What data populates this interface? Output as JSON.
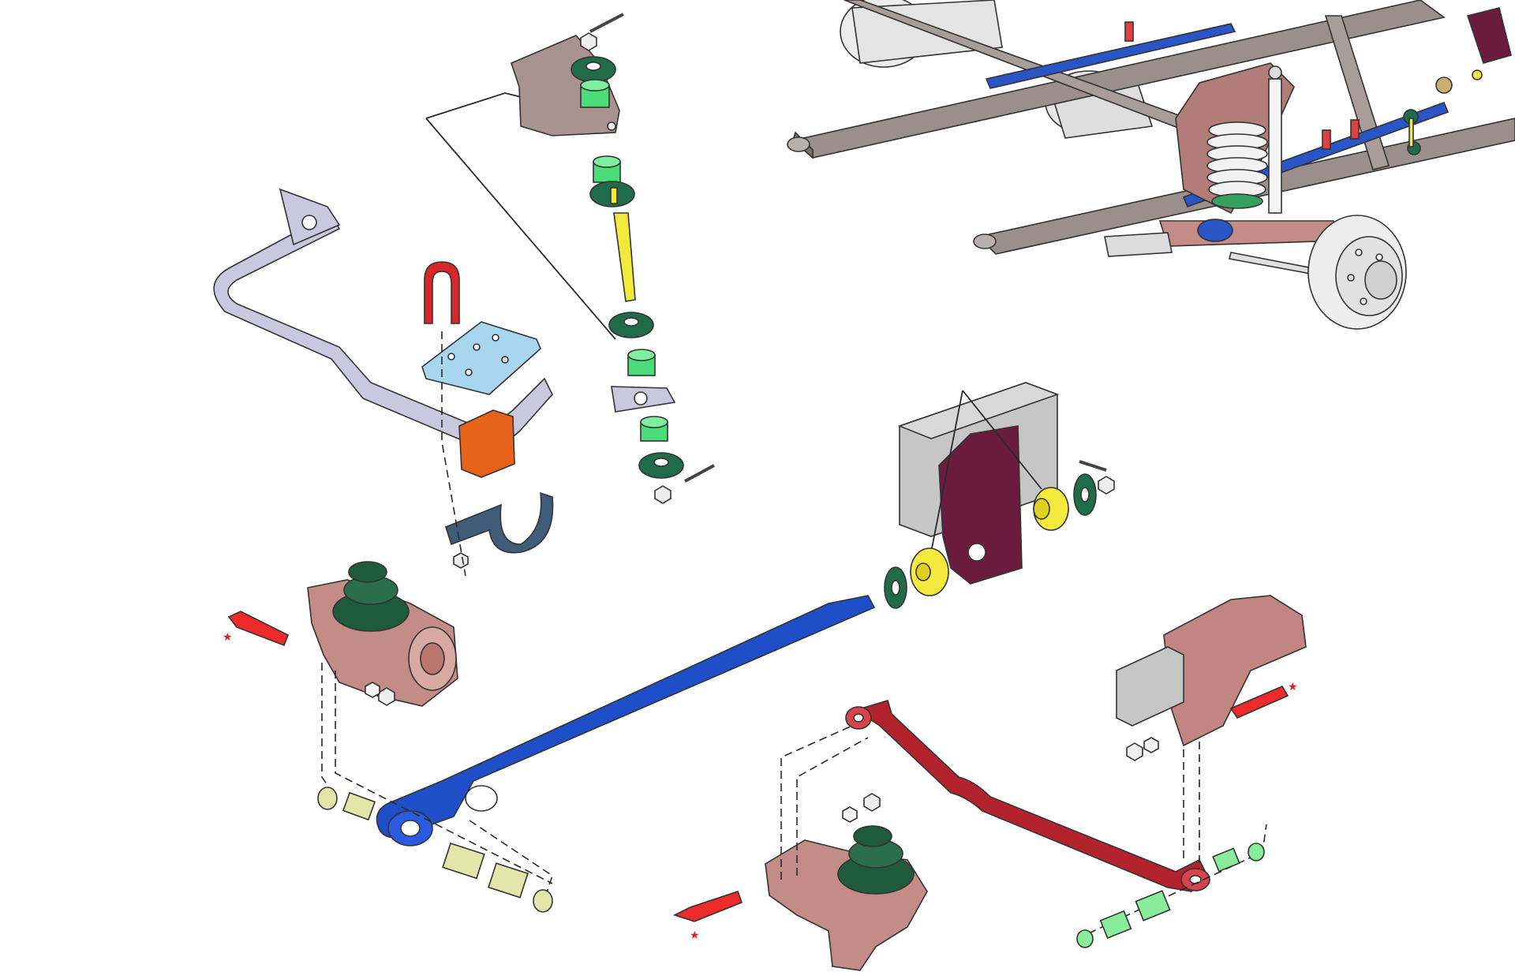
{
  "diagram": {
    "type": "exploded-assembly",
    "subject": "front-suspension",
    "assembly_view": {
      "parts": [
        "chassis-frame",
        "axle-housing",
        "coil-spring",
        "shock-absorber",
        "brake-rotor",
        "leaf-spring-blue"
      ]
    },
    "marker_symbol": "★",
    "colors": {
      "sway_bar": "#c9c8de",
      "ubolt": "#d8262b",
      "plate": "#a9d6ef",
      "sway_bushing": "#e8631a",
      "bushing_bracket": "#3f5d78",
      "washer": "#1f6b4a",
      "grommet": "#4cdc7a",
      "end_link": "#f2ea3a",
      "frame_bracket": "#a99390",
      "crossmember": "#c6c6c6",
      "radius_bracket": "#6b1b3e",
      "radius_bushing": "#f3ea3d",
      "radius_arm": "#1f4fc8",
      "axle_mount": "#c48c86",
      "spring_seat": "#1f5a3a",
      "bolt": "#ee2a2a",
      "arm_bushing": "#e2e6a8",
      "track_bar": "#b3232e",
      "track_bar_bushing": "#88ec9c",
      "track_bracket": "#c28582",
      "nut": "#eeeeee"
    }
  }
}
